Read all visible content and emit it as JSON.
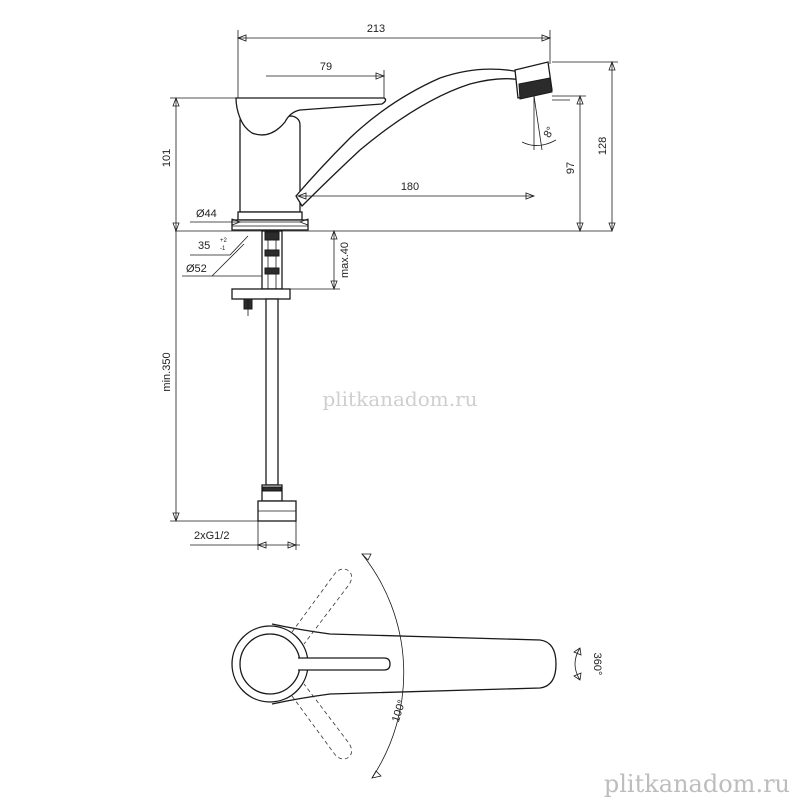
{
  "dimensions": {
    "total_width": "213",
    "handle_length": "79",
    "body_height": "101",
    "total_height": "128",
    "spout_height": "97",
    "spout_length": "180",
    "spout_angle": "8°",
    "base_diameter_44": "Ø44",
    "hole_diameter": "35",
    "hole_tolerance_plus": "+2",
    "hole_tolerance_minus": "-1",
    "flange_diameter": "Ø52",
    "max_counter_thickness": "max.40",
    "hose_min_length": "min.350",
    "connection": "2xG1/2",
    "handle_rotation": "100°",
    "spout_rotation": "360°"
  },
  "watermark": {
    "center": "plitkanadom.ru",
    "corner": "plitkanadom.ru"
  }
}
